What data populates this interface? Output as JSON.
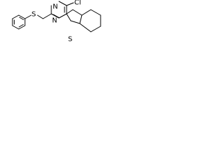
{
  "molecule": {
    "atom_labels": {
      "sulfur_thioether": "S",
      "chlorine": "Cl",
      "nitrogen_top": "N",
      "nitrogen_bottom": "N",
      "sulfur_thiophene": "S"
    }
  }
}
